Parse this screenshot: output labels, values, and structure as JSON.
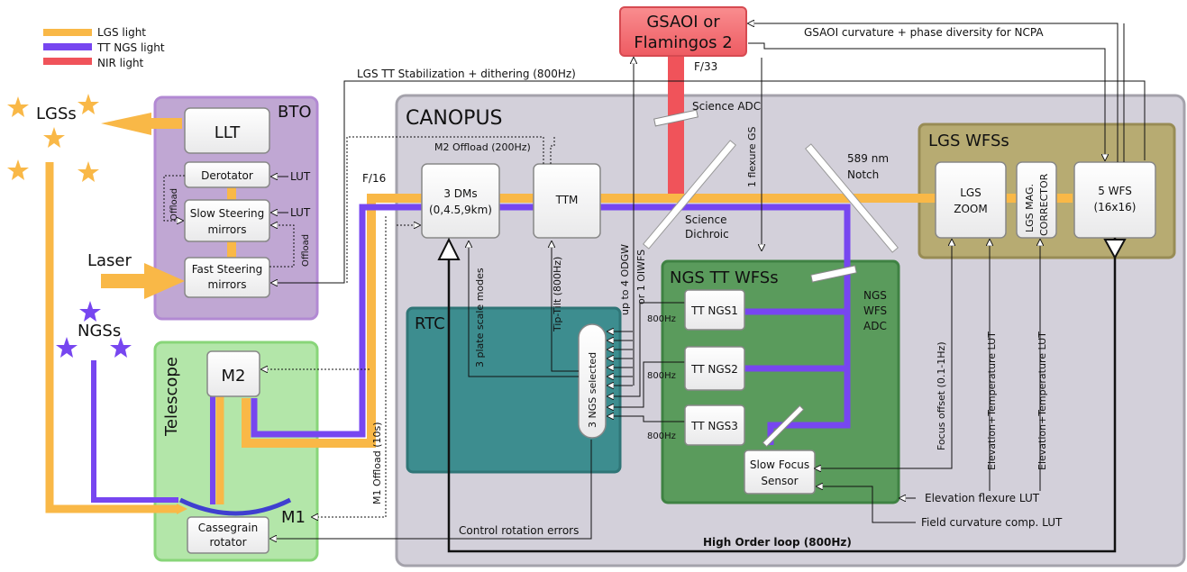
{
  "legend": {
    "lgs": {
      "label": "LGS light",
      "color": "#f9b847"
    },
    "tt": {
      "label": "TT NGS light",
      "color": "#7746f0"
    },
    "nir": {
      "label": "NIR light",
      "color": "#f0535a"
    }
  },
  "sources": {
    "lgs": "LGSs",
    "laser": "Laser",
    "ngs": "NGSs"
  },
  "bto": {
    "title": "BTO",
    "llt": "LLT",
    "derotator": "Derotator",
    "slow_l1": "Slow Steering",
    "slow_l2": "mirrors",
    "fast_l1": "Fast Steering",
    "fast_l2": "mirrors",
    "lut1": "LUT",
    "lut2": "LUT",
    "offload_left": "Offload",
    "offload_right": "Offload"
  },
  "telescope": {
    "title": "Telescope",
    "m2": "M2",
    "m1": "M1",
    "cass_l1": "Cassegrain",
    "cass_l2": "rotator"
  },
  "instrument": {
    "l1": "GSAOI or",
    "l2": "Flamingos 2",
    "fratio": "F/33"
  },
  "canopus": {
    "title": "CANOPUS",
    "dms_l1": "3 DMs",
    "dms_l2": "(0,4.5,9km)",
    "ttm": "TTM",
    "science_adc": "Science ADC",
    "dichroic_l1": "Science",
    "dichroic_l2": "Dichroic",
    "notch_l1": "589 nm",
    "notch_l2": "Notch",
    "f16": "F/16",
    "m2_offload": "M2 Offload (200Hz)"
  },
  "rtc": {
    "title": "RTC",
    "ngs_selected": "3 NGS selected",
    "plate_modes": "3 plate scale modes",
    "tiptilt": "Tip-Tilt (800Hz)"
  },
  "ngs_wfs": {
    "title": "NGS TT WFSs",
    "tt1": "TT NGS1",
    "tt2": "TT NGS2",
    "tt3": "TT NGS3",
    "rate1": "800Hz",
    "rate2": "800Hz",
    "rate3": "800Hz",
    "adc_l1": "NGS",
    "adc_l2": "WFS",
    "adc_l3": "ADC",
    "sfs_l1": "Slow Focus",
    "sfs_l2": "Sensor"
  },
  "lgs_wfs": {
    "title": "LGS WFSs",
    "zoom_l1": "LGS",
    "zoom_l2": "ZOOM",
    "mag_l1": "LGS MAG.",
    "mag_l2": "CORRECTOR",
    "wfs_l1": "5 WFS",
    "wfs_l2": "(16x16)"
  },
  "links": {
    "gsaoi_curv": "GSAOI curvature + phase diversity for NCPA",
    "lgs_tt": "LGS TT Stabilization + dithering (800Hz)",
    "flexure_gs": "1 flexure GS",
    "odgw": "up to 4 ODGW",
    "oiwfs": "or 1 OIWFS",
    "focus_offset": "Focus offset (0.1-1Hz)",
    "elev_temp1": "Elevation+Temperature LUT",
    "elev_temp2": "Elevation+Temperature LUT",
    "elev_flex": "Elevation flexure LUT",
    "field_curv": "Field curvature comp. LUT",
    "control_rot": "Control rotation errors",
    "m1_offload": "M1 Offload (10s)",
    "high_order": "High Order loop (800Hz)"
  }
}
